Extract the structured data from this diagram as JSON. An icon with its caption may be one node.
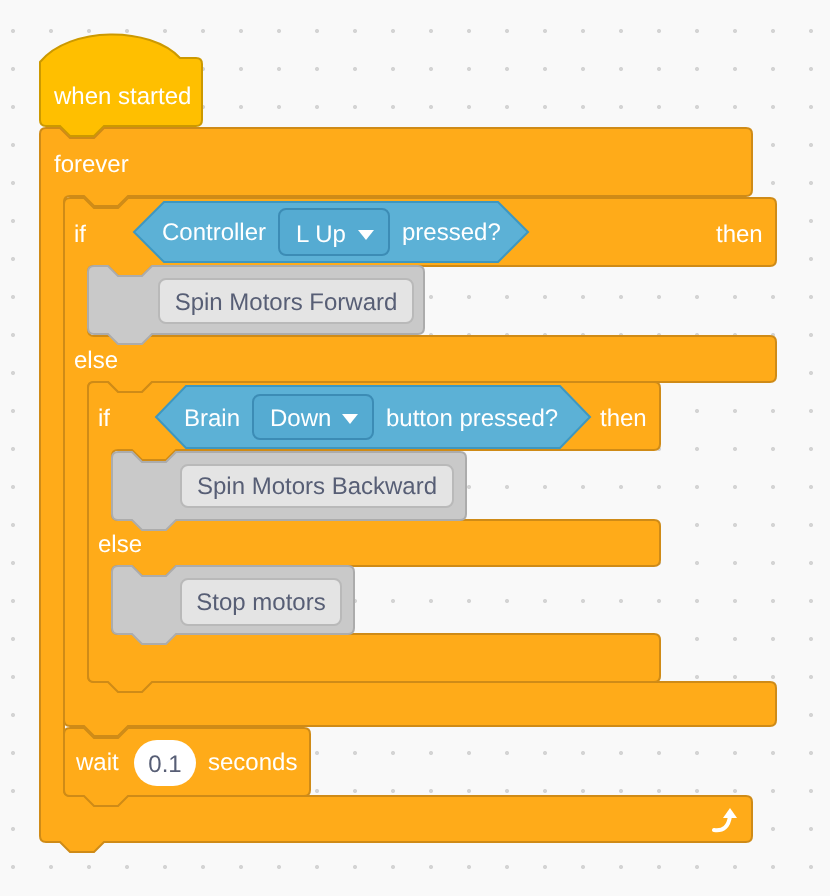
{
  "diagram": {
    "nodes": [
      {
        "text": [
          "when started"
        ]
      },
      {
        "text": [
          "forever"
        ]
      },
      {
        "text": [
          "if",
          "then",
          "else"
        ],
        "in": 1
      },
      {
        "text": [
          "Controller",
          "pressed?"
        ],
        "in": 2
      },
      {
        "text": [
          "L Up"
        ],
        "in": 3
      },
      {
        "text": [
          "Spin Motors Forward"
        ],
        "in": 2
      },
      {
        "text": [
          "if",
          "then",
          "else"
        ],
        "in": 2
      },
      {
        "text": [
          "Brain",
          "button pressed?"
        ],
        "in": 6
      },
      {
        "text": [
          "Down"
        ],
        "in": 7
      },
      {
        "text": [
          "Spin Motors Backward"
        ],
        "in": 6
      },
      {
        "text": [
          "Stop motors"
        ],
        "in": 6
      },
      {
        "text": [
          "wait",
          "seconds"
        ],
        "in": 1
      },
      {
        "text": [
          "0.1"
        ],
        "in": 11
      }
    ]
  }
}
